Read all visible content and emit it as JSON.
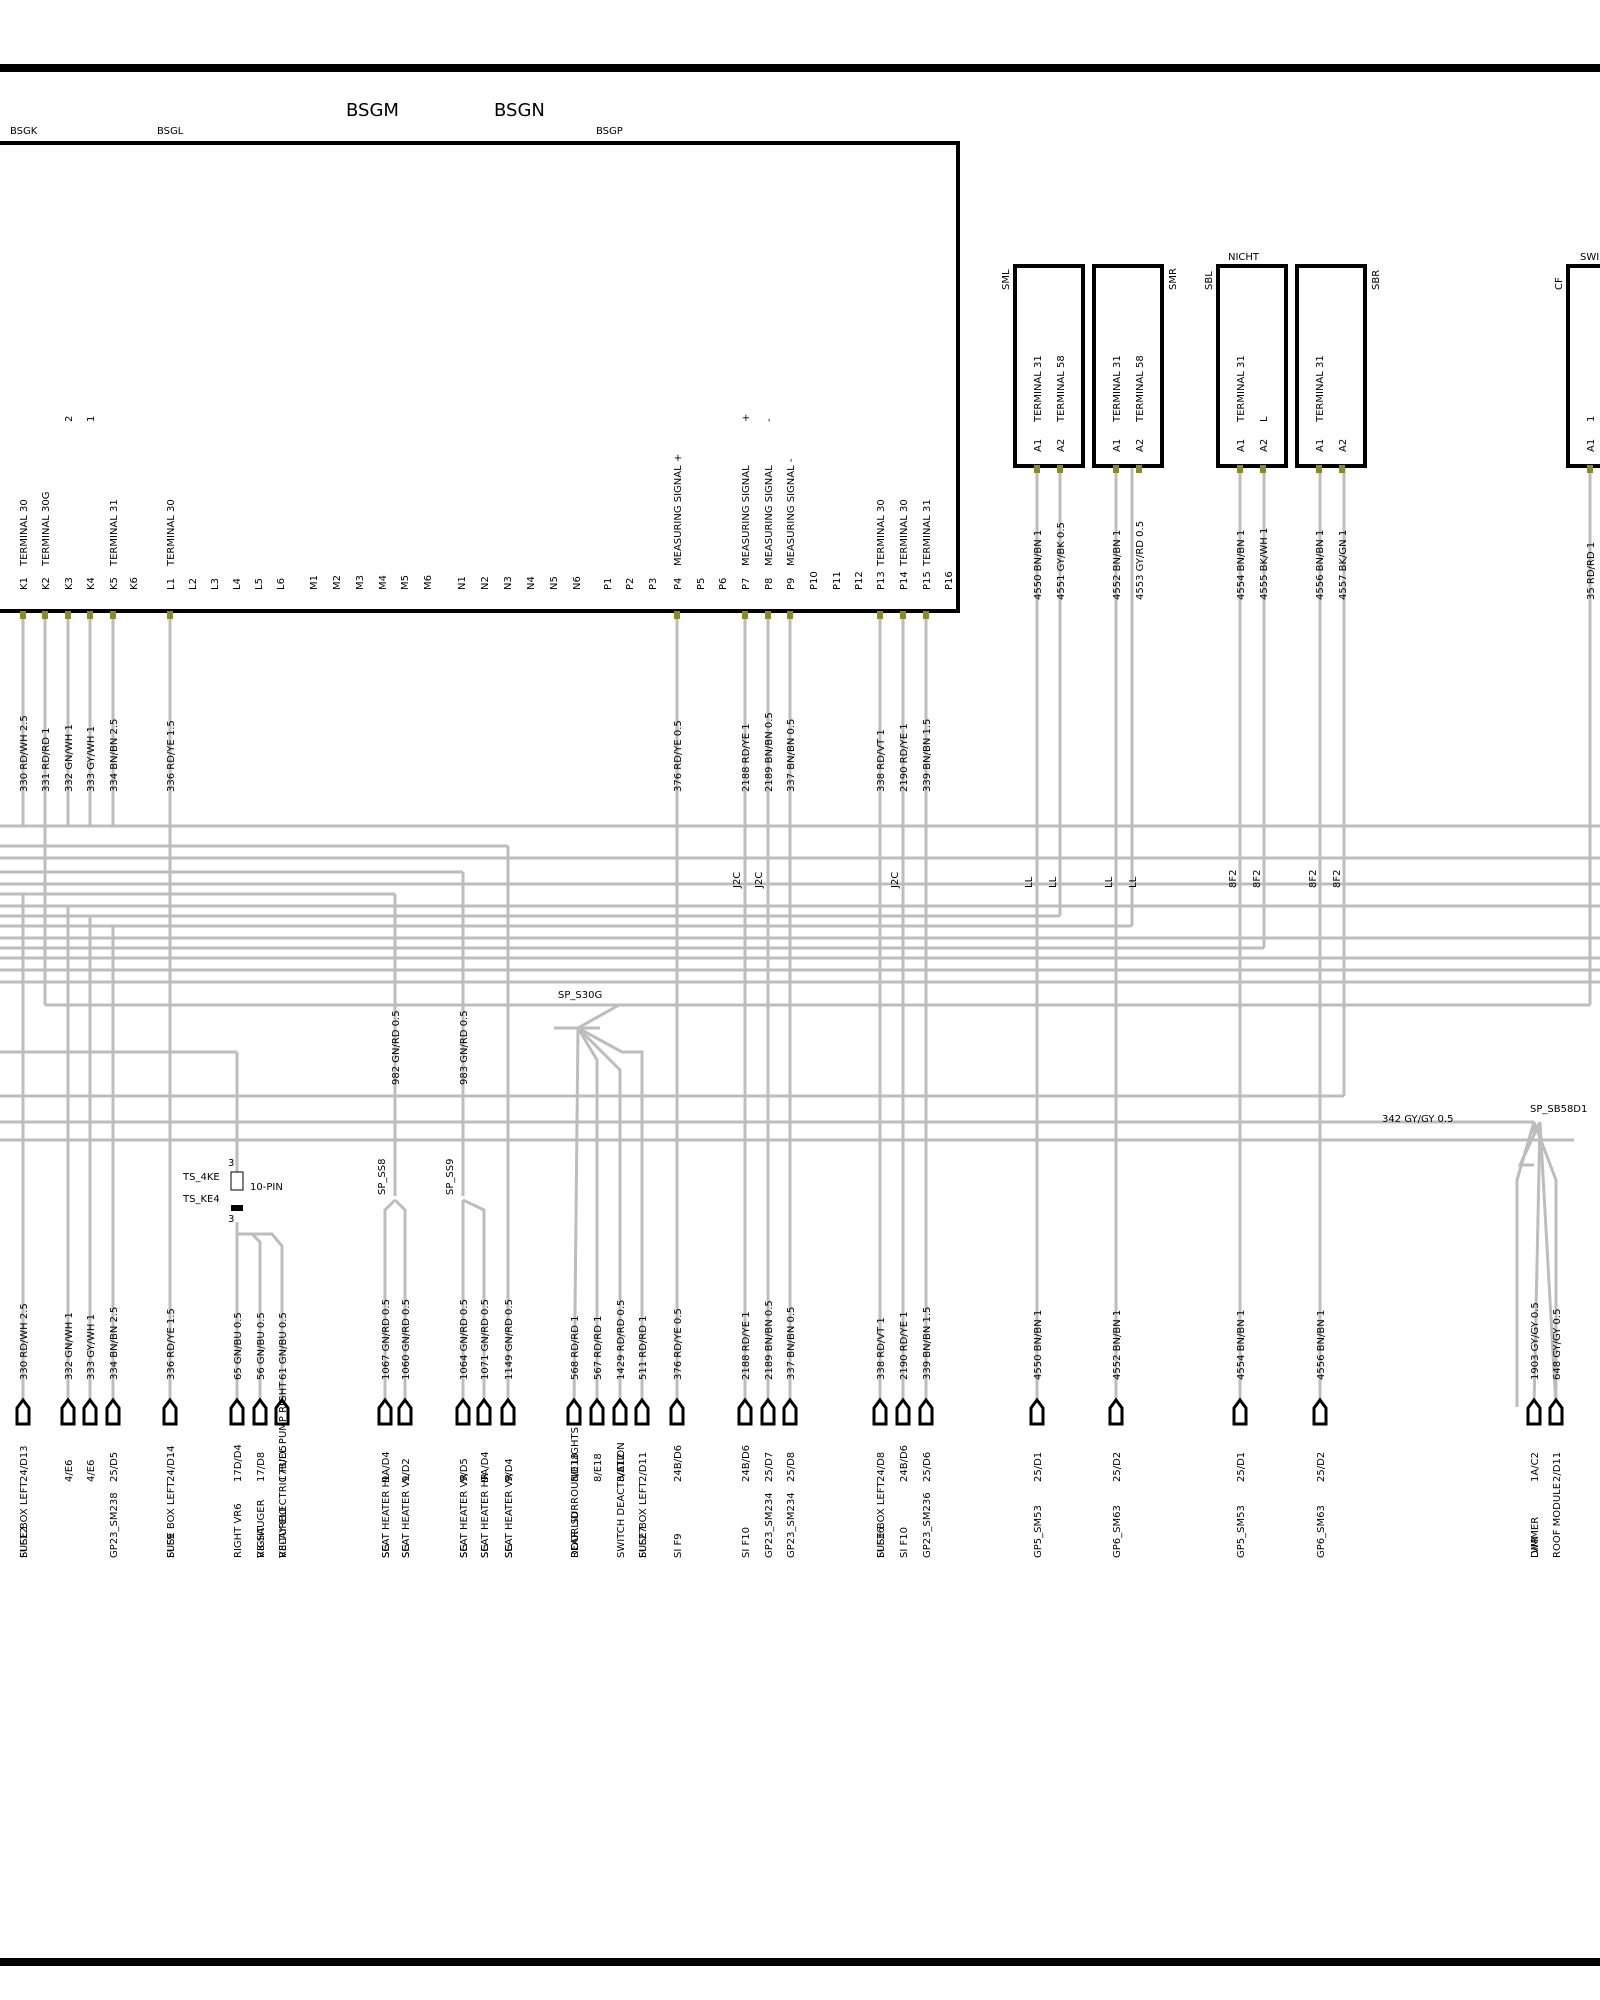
{
  "header": {
    "bsgm": "BSGM",
    "bsgn": "BSGN"
  },
  "module": {
    "groups": [
      "BSGK",
      "BSGL",
      "BSGP"
    ],
    "pins": [
      {
        "pin": "K1",
        "label": "TERMINAL 30",
        "wire": "330 RD/WH 2.5"
      },
      {
        "pin": "K2",
        "label": "TERMINAL 30G",
        "wire": "331 RD/RD 1"
      },
      {
        "pin": "K3",
        "label": "",
        "extra": "2",
        "wire": "332 GN/WH 1"
      },
      {
        "pin": "K4",
        "label": "",
        "extra": "1",
        "wire": "333 GY/WH 1"
      },
      {
        "pin": "K5",
        "label": "TERMINAL 31",
        "wire": "334 BN/BN 2.5"
      },
      {
        "pin": "K6",
        "label": "",
        "wire": ""
      },
      {
        "pin": "L1",
        "label": "TERMINAL 30",
        "wire": "336 RD/YE 1.5"
      },
      {
        "pin": "L2",
        "label": "",
        "wire": ""
      },
      {
        "pin": "L3",
        "label": "",
        "wire": ""
      },
      {
        "pin": "L4",
        "label": "",
        "wire": ""
      },
      {
        "pin": "L5",
        "label": "",
        "wire": ""
      },
      {
        "pin": "L6",
        "label": "",
        "wire": ""
      },
      {
        "pin": "M1",
        "label": "",
        "wire": ""
      },
      {
        "pin": "M2",
        "label": "",
        "wire": ""
      },
      {
        "pin": "M3",
        "label": "",
        "wire": ""
      },
      {
        "pin": "M4",
        "label": "",
        "wire": ""
      },
      {
        "pin": "M5",
        "label": "",
        "wire": ""
      },
      {
        "pin": "M6",
        "label": "",
        "wire": ""
      },
      {
        "pin": "N1",
        "label": "",
        "wire": ""
      },
      {
        "pin": "N2",
        "label": "",
        "wire": ""
      },
      {
        "pin": "N3",
        "label": "",
        "wire": ""
      },
      {
        "pin": "N4",
        "label": "",
        "wire": ""
      },
      {
        "pin": "N5",
        "label": "",
        "wire": ""
      },
      {
        "pin": "N6",
        "label": "",
        "wire": ""
      },
      {
        "pin": "P1",
        "label": "",
        "wire": ""
      },
      {
        "pin": "P2",
        "label": "",
        "wire": ""
      },
      {
        "pin": "P3",
        "label": "",
        "wire": ""
      },
      {
        "pin": "P4",
        "label": "MEASURING SIGNAL +",
        "wire": "376 RD/YE 0.5"
      },
      {
        "pin": "P5",
        "label": "",
        "wire": ""
      },
      {
        "pin": "P6",
        "label": "",
        "wire": ""
      },
      {
        "pin": "P7",
        "label": "MEASURING SIGNAL",
        "extra": "+",
        "wire": "2188 RD/YE 1"
      },
      {
        "pin": "P8",
        "label": "MEASURING SIGNAL",
        "extra": "-",
        "wire": "2189 BN/BN 0.5"
      },
      {
        "pin": "P9",
        "label": "MEASURING SIGNAL  -",
        "wire": "337 BN/BN 0.5"
      },
      {
        "pin": "P10",
        "label": "",
        "wire": ""
      },
      {
        "pin": "P11",
        "label": "",
        "wire": ""
      },
      {
        "pin": "P12",
        "label": "",
        "wire": ""
      },
      {
        "pin": "P13",
        "label": "TERMINAL 30",
        "wire": "338 RD/VT 1"
      },
      {
        "pin": "P14",
        "label": "TERMINAL 30",
        "wire": "2190 RD/YE 1"
      },
      {
        "pin": "P15",
        "label": "TERMINAL 31",
        "wire": "339 BN/BN 1.5"
      },
      {
        "pin": "P16",
        "label": "",
        "wire": ""
      }
    ]
  },
  "side_modules": [
    {
      "name": "SML",
      "top": "",
      "pins": [
        {
          "pin": "A1",
          "label": "TERMINAL 31",
          "wire": "4550 BN/BN 1"
        },
        {
          "pin": "A2",
          "label": "TERMINAL 58",
          "wire": "4551 GY/BK 0.5"
        }
      ]
    },
    {
      "name": "SMR",
      "top": "",
      "pins": [
        {
          "pin": "A1",
          "label": "TERMINAL 31",
          "wire": "4552 BN/BN 1"
        },
        {
          "pin": "A2",
          "label": "TERMINAL 58",
          "wire": "4553 GY/RD 0.5"
        }
      ]
    },
    {
      "name": "SBL",
      "top": "NICHT",
      "pins": [
        {
          "pin": "A1",
          "label": "TERMINAL 31",
          "wire": "4554 BN/BN 1"
        },
        {
          "pin": "A2",
          "label": "L",
          "wire": "4555 BK/WH 1"
        }
      ]
    },
    {
      "name": "SBR",
      "top": "",
      "pins": [
        {
          "pin": "A1",
          "label": "TERMINAL 31",
          "wire": "4556 BN/BN 1"
        },
        {
          "pin": "A2",
          "label": "",
          "wire": "4557 BK/GN 1"
        }
      ]
    },
    {
      "name": "CF",
      "top": "SWI",
      "pins": [
        {
          "pin": "A1",
          "label": "1",
          "wire": "35 RD/RD 1"
        }
      ]
    }
  ],
  "connector_labels": [
    "J2C",
    "J2C",
    "J2C",
    "LL",
    "LL",
    "LL",
    "LL",
    "8F2",
    "8F2",
    "8F2",
    "8F2"
  ],
  "splices": {
    "s30g": "SP_S30G",
    "ss8": "SP_SS8",
    "ss9": "SP_SS9",
    "sb58d1": "SP_SB58D1",
    "sb58d1_wire": "342 GY/GY 0.5",
    "ss8_wire": "982 GN/RD 0.5",
    "ss9_wire": "983 GN/RD 0.5"
  },
  "ts": {
    "ts1": "TS_4KE",
    "ts2": "TS_KE4",
    "pin_top": "3",
    "pin_bottom": "3",
    "pin_type": "10-PIN"
  },
  "outputs": [
    {
      "wire": "330 RD/WH 2.5",
      "loc": "24/D13",
      "desc": [
        "SI F12",
        "FUSE BOX   LEFT"
      ]
    },
    {
      "wire": "332 GN/WH 1",
      "loc": "4/E6",
      "desc": []
    },
    {
      "wire": "333 GY/WH 1",
      "loc": "4/E6",
      "desc": []
    },
    {
      "wire": "334 BN/BN 2.5",
      "loc": "25/D5",
      "desc": [
        "GP23_SM238"
      ]
    },
    {
      "wire": "336 RD/YE 1.5",
      "loc": "24/D14",
      "desc": [
        "SI F9",
        "FUSE BOX        LEFT"
      ]
    },
    {
      "wire": "65 GN/BU 0.5",
      "loc": "17D/D4",
      "desc": [
        "RIGHT     VR6"
      ]
    },
    {
      "wire": "56 GN/BU 0.5",
      "loc": "17/D8",
      "desc": [
        "V8-SAUGER",
        "RIGHT"
      ]
    },
    {
      "wire": "61 GN/BU 0.5",
      "loc": "17B/D5",
      "desc": [
        "V8-TURBO",
        "RELAY ELECTRIC FUEL PUMP     RIGHT"
      ]
    },
    {
      "wire": "1067 GN/RD 0.5",
      "loc": "9A/D4",
      "desc": [
        "SEAT HEATER   HL",
        "SG"
      ]
    },
    {
      "wire": "1060 GN/RD 0.5",
      "loc": "9/D2",
      "desc": [
        "SEAT HEATER   VL",
        "SG"
      ]
    },
    {
      "wire": "1064 GN/RD 0.5",
      "loc": "9/D5",
      "desc": [
        "SEAT HEATER   VR",
        "SG"
      ]
    },
    {
      "wire": "1071 GN/RD 0.5",
      "loc": "9A/D4",
      "desc": [
        "SEAT HEATER   HR",
        "SG"
      ]
    },
    {
      "wire": "1149 GN/RD 0.5",
      "loc": "9/D4",
      "desc": [
        "SEAT HEATER   VR",
        "SG"
      ]
    },
    {
      "wire": "568 RD/RD 1",
      "loc": "8/E18",
      "desc": [
        "REAR LID",
        "DOOR SURROUND   LIGHTS"
      ]
    },
    {
      "wire": "567 RD/RD 1",
      "loc": "8/E18",
      "desc": []
    },
    {
      "wire": "1429 RD/RD 0.5",
      "loc": "8/E12",
      "desc": [
        "SWITCH   DEACTIVATION"
      ]
    },
    {
      "wire": "511 RD/RD 1",
      "loc": "2/D11",
      "desc": [
        "SI F27",
        "FUSE BOX     LEFT"
      ]
    },
    {
      "wire": "376 RD/YE 0.5",
      "loc": "24B/D6",
      "desc": [
        "SI F9"
      ]
    },
    {
      "wire": "2188 RD/YE 1",
      "loc": "24B/D6",
      "desc": [
        "SI F10"
      ]
    },
    {
      "wire": "2189 BN/BN 0.5",
      "loc": "25/D7",
      "desc": [
        "GP23_SM234"
      ]
    },
    {
      "wire": "337 BN/BN 0.5",
      "loc": "25/D8",
      "desc": [
        "GP23_SM234"
      ]
    },
    {
      "wire": "338 RD/VT 1",
      "loc": "24/D8",
      "desc": [
        "SI F36",
        "FUSE BOX    LEFT"
      ]
    },
    {
      "wire": "2190 RD/YE 1",
      "loc": "24B/D6",
      "desc": [
        "SI F10"
      ]
    },
    {
      "wire": "339 BN/BN 1.5",
      "loc": "25/D6",
      "desc": [
        "GP23_SM236"
      ]
    },
    {
      "wire": "4550 BN/BN 1",
      "loc": "25/D1",
      "desc": [
        "GP5_SM53"
      ]
    },
    {
      "wire": "4552 BN/BN 1",
      "loc": "25/D2",
      "desc": [
        "GP6_SM63"
      ]
    },
    {
      "wire": "4554 BN/BN 1",
      "loc": "25/D1",
      "desc": [
        "GP5_SM53"
      ]
    },
    {
      "wire": "4556 BN/BN 1",
      "loc": "25/D2",
      "desc": [
        "GP6_SM63"
      ]
    },
    {
      "wire": "1903 GY/GY 0.5",
      "loc": "1A/C2",
      "desc": [
        "DIMMER",
        "LWR"
      ]
    },
    {
      "wire": "648 GY/GY 0.5",
      "loc": "2/D11",
      "desc": [
        "ROOF MODULE"
      ]
    }
  ]
}
